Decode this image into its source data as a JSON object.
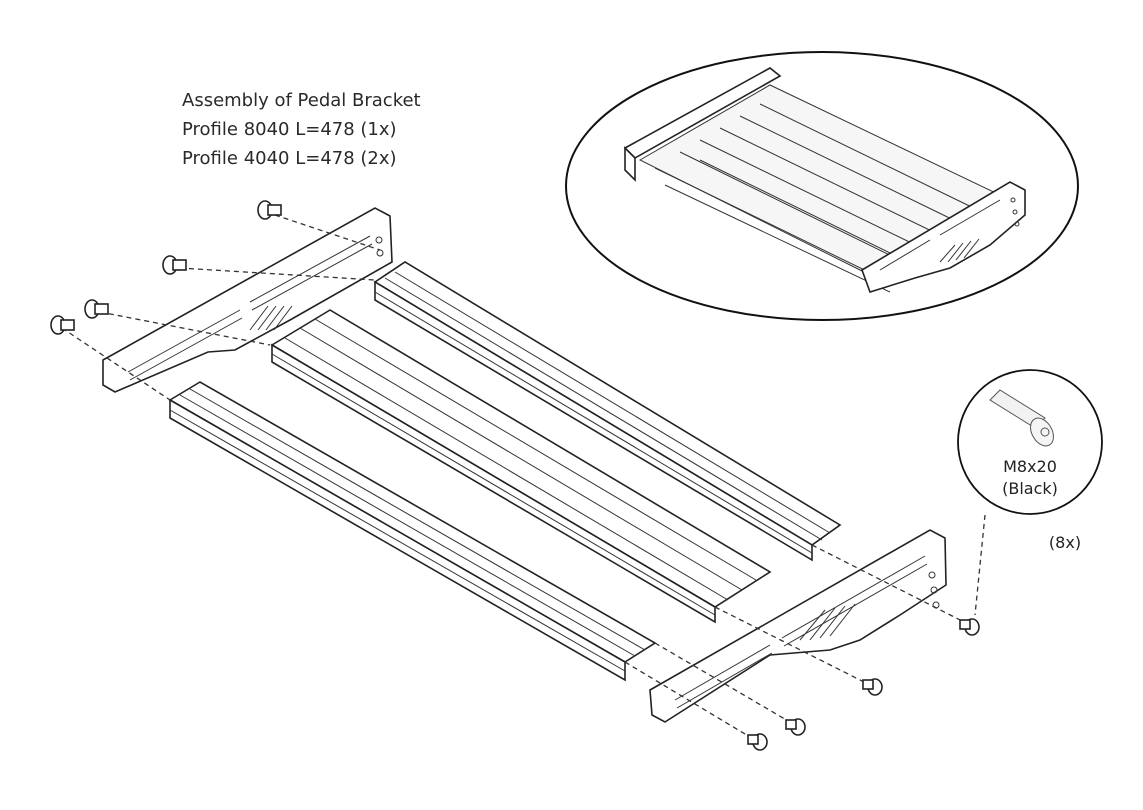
{
  "title": {
    "line1": "Assembly of Pedal Bracket",
    "line2": "Profile 8040 L=478 (1x)",
    "line3": "Profile 4040 L=478 (2x)"
  },
  "screw_callout": {
    "size": "M8x20",
    "finish": "(Black)",
    "quantity": "(8x)"
  }
}
